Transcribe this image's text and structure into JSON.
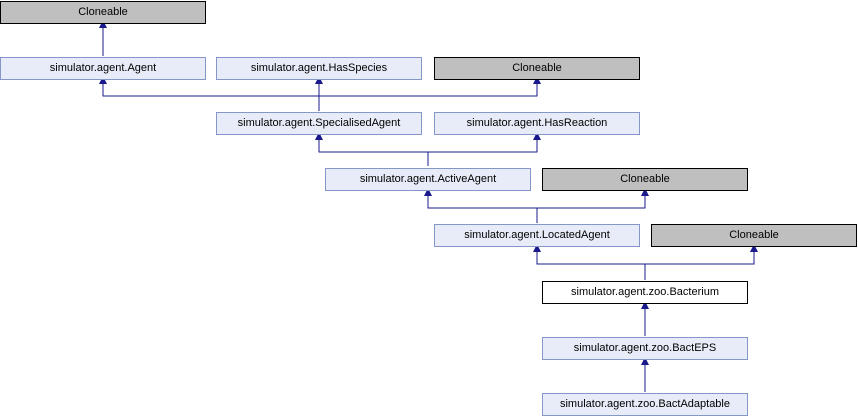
{
  "colors": {
    "edge": "#1a1a8c",
    "node_fill": "#e8ecf8",
    "node_border": "#8597c8",
    "external_fill": "#bfbfbf",
    "current_fill": "#ffffff"
  },
  "nodes": {
    "cloneable_1": "Cloneable",
    "agent": "simulator.agent.Agent",
    "has_species": "simulator.agent.HasSpecies",
    "cloneable_2": "Cloneable",
    "specialised_agent": "simulator.agent.SpecialisedAgent",
    "has_reaction": "simulator.agent.HasReaction",
    "active_agent": "simulator.agent.ActiveAgent",
    "cloneable_3": "Cloneable",
    "located_agent": "simulator.agent.LocatedAgent",
    "cloneable_4": "Cloneable",
    "bacterium": "simulator.agent.zoo.Bacterium",
    "bact_eps": "simulator.agent.zoo.BactEPS",
    "bact_adaptable": "simulator.agent.zoo.BactAdaptable"
  }
}
